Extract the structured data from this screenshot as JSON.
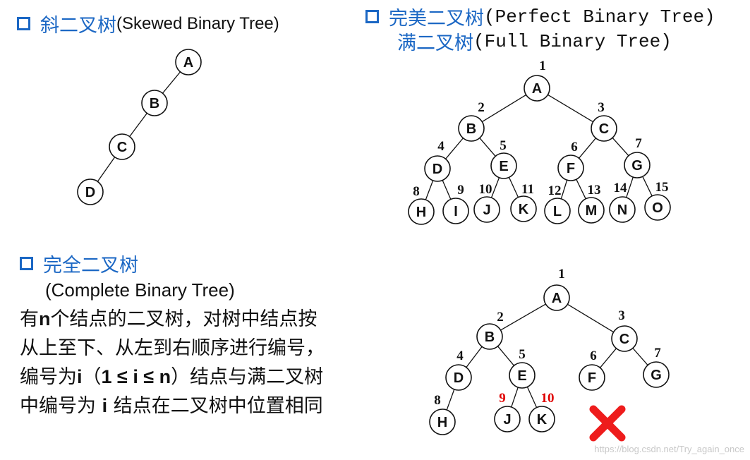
{
  "sections": {
    "skewed": {
      "cn": "斜二叉树",
      "en": "(Skewed Binary Tree)"
    },
    "perfect": {
      "cn": "完美二叉树",
      "en": "(Perfect Binary Tree)",
      "cn2": "满二叉树",
      "en2": "(Full Binary Tree)"
    },
    "complete": {
      "cn": "完全二叉树",
      "en": "(Complete Binary Tree)",
      "desc_lines": [
        [
          "有",
          "n",
          "个结点的二叉树，对树中结点按"
        ],
        [
          "从上至下、从左到右顺序进行编号，"
        ],
        [
          "编号为",
          "i",
          "（",
          "1 ≤ i ≤ n",
          "）结点与满二叉树"
        ],
        [
          "中编号为 ",
          "i",
          " 结点在二叉树中位置相同"
        ]
      ]
    }
  },
  "trees": {
    "skewed": {
      "nodes": [
        "A",
        "B",
        "C",
        "D"
      ],
      "edges": [
        [
          "A",
          "B"
        ],
        [
          "B",
          "C"
        ],
        [
          "C",
          "D"
        ]
      ]
    },
    "perfect": {
      "nodes": [
        {
          "label": "A",
          "num": "1"
        },
        {
          "label": "B",
          "num": "2"
        },
        {
          "label": "C",
          "num": "3"
        },
        {
          "label": "D",
          "num": "4"
        },
        {
          "label": "E",
          "num": "5"
        },
        {
          "label": "F",
          "num": "6"
        },
        {
          "label": "G",
          "num": "7"
        },
        {
          "label": "H",
          "num": "8"
        },
        {
          "label": "I",
          "num": "9"
        },
        {
          "label": "J",
          "num": "10"
        },
        {
          "label": "K",
          "num": "11"
        },
        {
          "label": "L",
          "num": "12"
        },
        {
          "label": "M",
          "num": "13"
        },
        {
          "label": "N",
          "num": "14"
        },
        {
          "label": "O",
          "num": "15"
        }
      ],
      "edges": [
        [
          "A",
          "B"
        ],
        [
          "A",
          "C"
        ],
        [
          "B",
          "D"
        ],
        [
          "B",
          "E"
        ],
        [
          "C",
          "F"
        ],
        [
          "C",
          "G"
        ],
        [
          "D",
          "H"
        ],
        [
          "D",
          "I"
        ],
        [
          "E",
          "J"
        ],
        [
          "E",
          "K"
        ],
        [
          "F",
          "L"
        ],
        [
          "F",
          "M"
        ],
        [
          "G",
          "N"
        ],
        [
          "G",
          "O"
        ]
      ]
    },
    "complete": {
      "nodes": [
        {
          "label": "A",
          "num": "1"
        },
        {
          "label": "B",
          "num": "2"
        },
        {
          "label": "C",
          "num": "3"
        },
        {
          "label": "D",
          "num": "4"
        },
        {
          "label": "E",
          "num": "5"
        },
        {
          "label": "F",
          "num": "6"
        },
        {
          "label": "G",
          "num": "7"
        },
        {
          "label": "H",
          "num": "8"
        },
        {
          "label": "J",
          "num": "9",
          "highlight": true
        },
        {
          "label": "K",
          "num": "10",
          "highlight": true
        }
      ],
      "edges": [
        [
          "A",
          "B"
        ],
        [
          "A",
          "C"
        ],
        [
          "B",
          "D"
        ],
        [
          "B",
          "E"
        ],
        [
          "C",
          "F"
        ],
        [
          "C",
          "G"
        ],
        [
          "D",
          "H"
        ],
        [
          "E",
          "J"
        ],
        [
          "E",
          "K"
        ]
      ],
      "invalid_mark": "cross-icon"
    }
  },
  "colors": {
    "accent": "#1b67c4",
    "highlight": "#e00000",
    "cross": "#ee1c1c"
  },
  "watermark": "https://blog.csdn.net/Try_again_once"
}
